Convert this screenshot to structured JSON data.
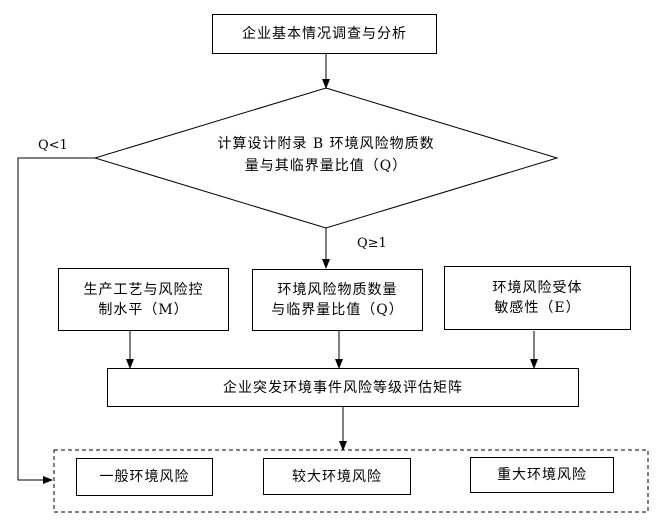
{
  "nodes": {
    "enterprise_survey": "企业基本情况调查与分析",
    "calc_q": "计算设计附录 B 环境风险物质数\n量与其临界量比值（Q）",
    "process_m": "生产工艺与风险控\n制水平（M）",
    "ratio_q": "环境风险物质数量\n与临界量比值（Q）",
    "receptor_e": "环境风险受体\n敏感性（E）",
    "matrix": "企业突发环境事件风险等级评估矩阵",
    "general_risk": "一般环境风险",
    "larger_risk": "较大环境风险",
    "major_risk": "重大环境风险"
  },
  "edge_labels": {
    "q_less": "Q<1",
    "q_ge": "Q≥1"
  }
}
